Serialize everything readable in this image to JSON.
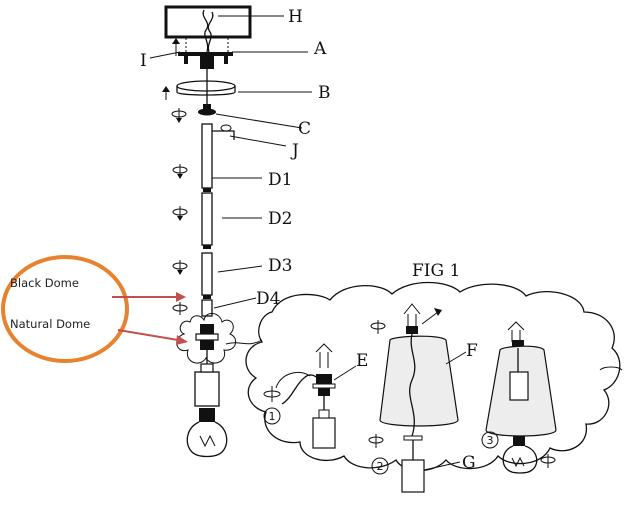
{
  "labels": {
    "h": "H",
    "a": "A",
    "i": "I",
    "b": "B",
    "c": "C",
    "j": "J",
    "d1": "D1",
    "d2": "D2",
    "d3": "D3",
    "d4": "D4",
    "e": "E",
    "f": "F",
    "g": "G"
  },
  "figure_title": "FIG 1",
  "annotations": {
    "black_dome": "Black Dome",
    "natural_dome": "Natural Dome"
  },
  "steps": [
    "1",
    "2",
    "3"
  ],
  "colors": {
    "highlight_ring": "#e8822e",
    "pointer_arrow": "#c0504d",
    "line": "#111111",
    "shade_fill": "#ededed"
  }
}
